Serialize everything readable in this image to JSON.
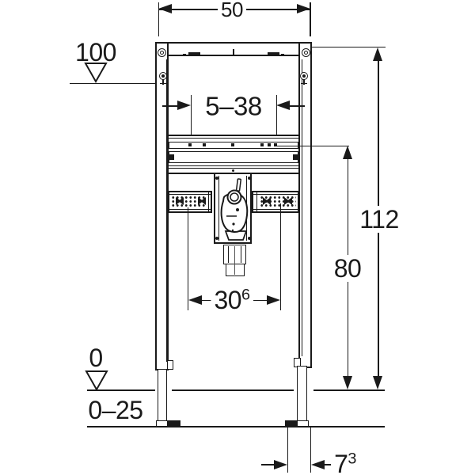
{
  "labels": {
    "width_top": "50",
    "datum_upper": "100",
    "range_tap": "5–38",
    "height_total": "112",
    "height_rail": "80",
    "span_base": "30",
    "span_base_sup": "6",
    "datum_zero": "0",
    "range_floor": "0–25",
    "foot_depth": "7",
    "foot_depth_sup": "3"
  },
  "symbols": {
    "datum_marker": "open-triangle-down",
    "dimension_arrow": "filled-triangle"
  },
  "colors": {
    "line": "#1a1a1a",
    "background": "#ffffff"
  }
}
